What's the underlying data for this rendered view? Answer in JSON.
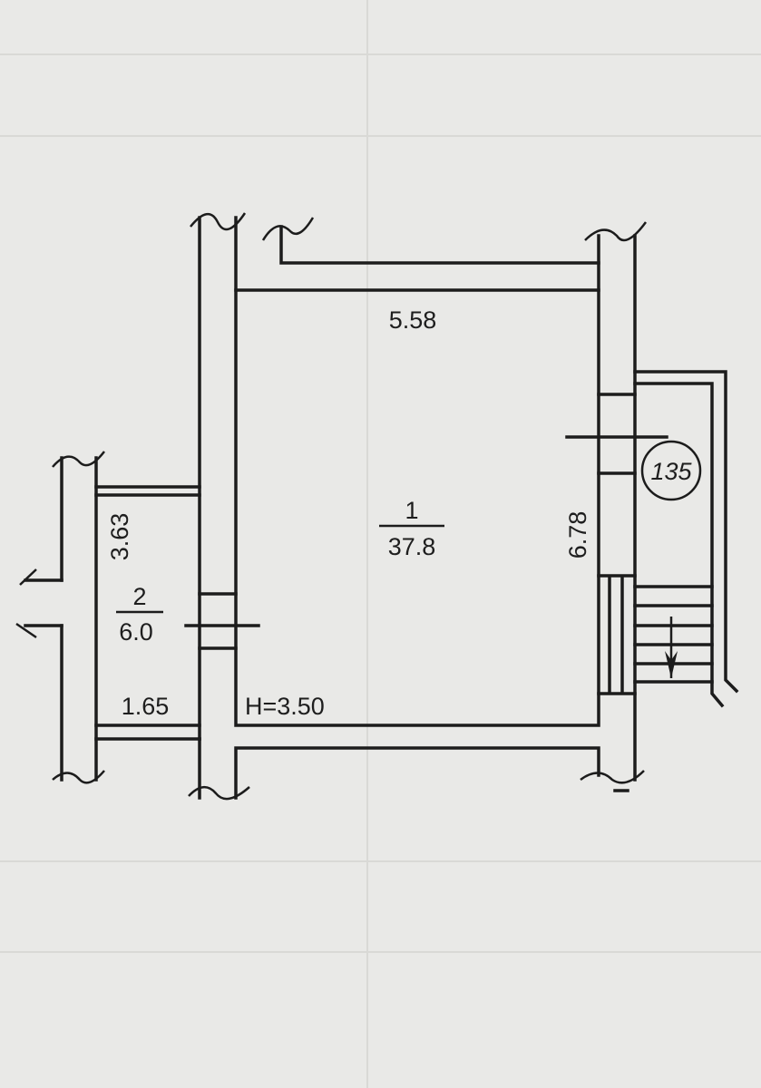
{
  "plan": {
    "room1": {
      "number": "1",
      "area": "37.8"
    },
    "room2": {
      "number": "2",
      "area": "6.0"
    },
    "dimensions": {
      "room1_width": "5.58",
      "room1_length": "6.78",
      "room2_length": "3.63",
      "room2_width": "1.65",
      "ceiling_height": "H=3.50"
    },
    "stair_marker": "135"
  },
  "colors": {
    "paper": "#e9e9e7",
    "ink": "#1c1c1c"
  }
}
